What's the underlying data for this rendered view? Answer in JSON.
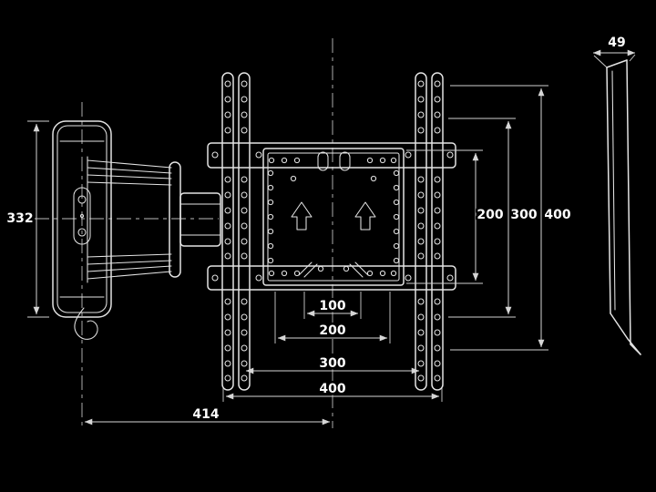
{
  "colors": {
    "background": "#000000",
    "line": "#e3e3e3",
    "dimension_line": "#d6d6d6",
    "text": "#ffffff"
  },
  "dimensions": {
    "left_height": "332",
    "profile_depth": "49",
    "right_vertical": [
      "200",
      "300",
      "400"
    ],
    "bottom_horizontal": [
      "100",
      "200",
      "300",
      "400"
    ],
    "overall_bottom": "414"
  }
}
